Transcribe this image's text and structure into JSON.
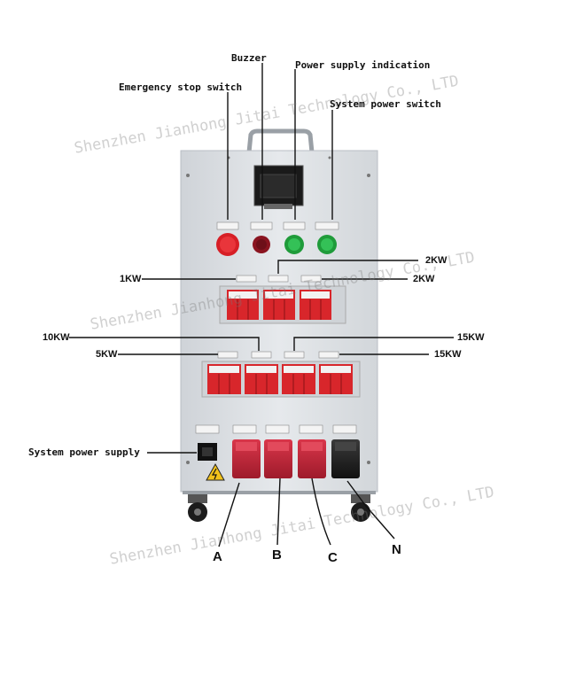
{
  "callouts": {
    "buzzer": "Buzzer",
    "power_supply_indication": "Power supply indication",
    "emergency_stop_switch": "Emergency stop switch",
    "system_power_switch": "System power switch",
    "system_power_supply": "System power supply",
    "load_1kw": "1KW",
    "load_2kw_upper": "2KW",
    "load_2kw_lower": "2KW",
    "load_10kw": "10KW",
    "load_5kw": "5KW",
    "load_15kw_upper": "15KW",
    "load_15kw_lower": "15KW",
    "terminal_a": "A",
    "terminal_b": "B",
    "terminal_c": "C",
    "terminal_n": "N"
  },
  "watermark": {
    "text": "Shenzhen Jianhong Jitai Technology Co., LTD"
  },
  "colors": {
    "panel": "#e3e6ea",
    "breaker_red": "#d8262b",
    "terminal_red": "#c42638",
    "terminal_black": "#1e1e1e",
    "indicator_green": "#1f9b3a",
    "estop_red": "#d71f26",
    "buzzer_red": "#8a1420"
  },
  "icons": {
    "warning": "electrical-hazard-triangle-icon"
  }
}
